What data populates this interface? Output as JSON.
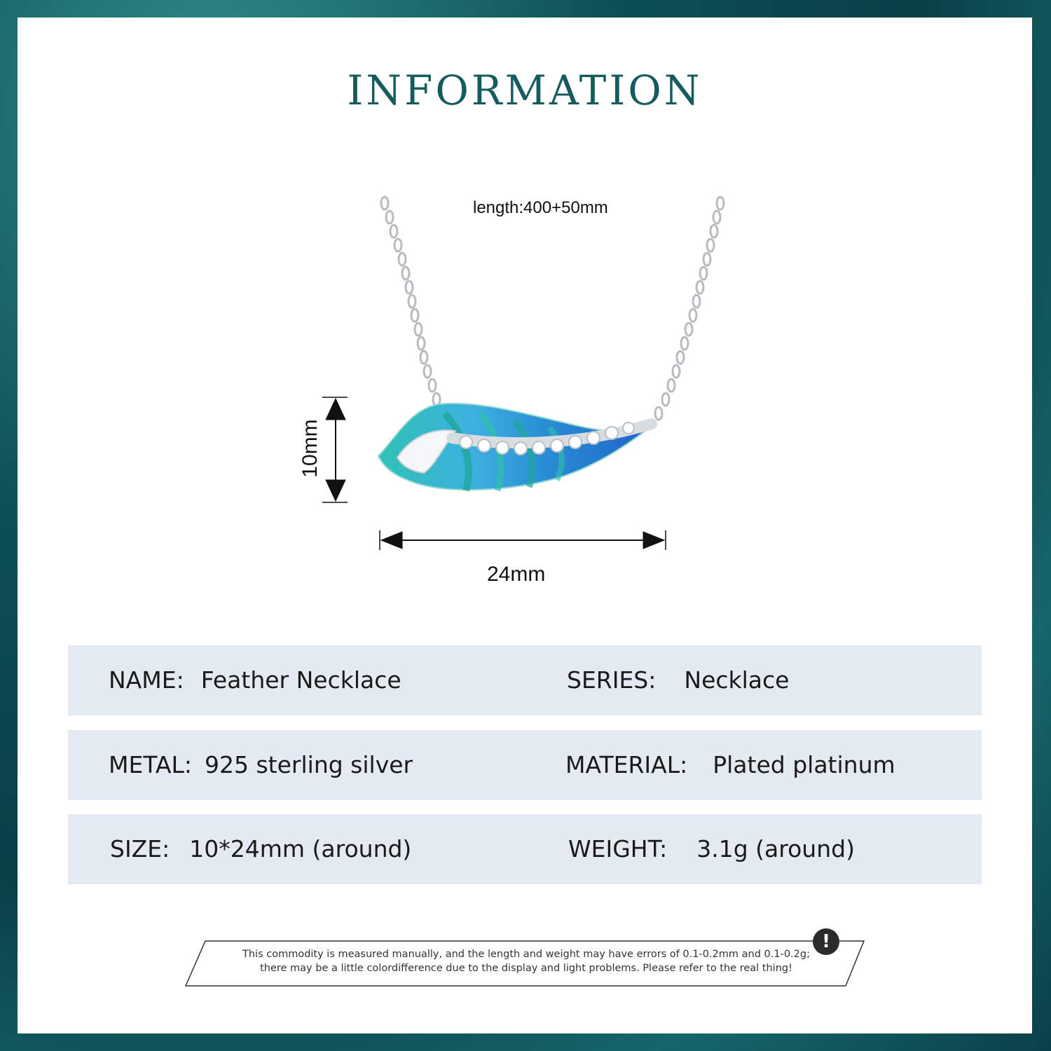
{
  "title": "INFORMATION",
  "product": {
    "chain_length": "length:400+50mm",
    "height_dimension": "10mm",
    "width_dimension": "24mm"
  },
  "specs": [
    {
      "label": "NAME:",
      "value": "Feather Necklace"
    },
    {
      "label": "SERIES:",
      "value": "Necklace"
    },
    {
      "label": "METAL:",
      "value": "925 sterling silver"
    },
    {
      "label": "MATERIAL:",
      "value": "Plated platinum"
    },
    {
      "label": "SIZE:",
      "value": "10*24mm (around)"
    },
    {
      "label": "WEIGHT:",
      "value": "3.1g (around)"
    }
  ],
  "disclaimer": {
    "line1": "This commodity is measured manually, and the length and weight may have errors of 0.1-0.2mm and 0.1-0.2g;",
    "line2": "there may be a little colordifference due to the display and light problems. Please refer to the real thing!",
    "icon": "alert-icon"
  },
  "colors": {
    "title": "#155c5f",
    "row_background": "#e3eaf1",
    "frame": "#0d4f55"
  }
}
